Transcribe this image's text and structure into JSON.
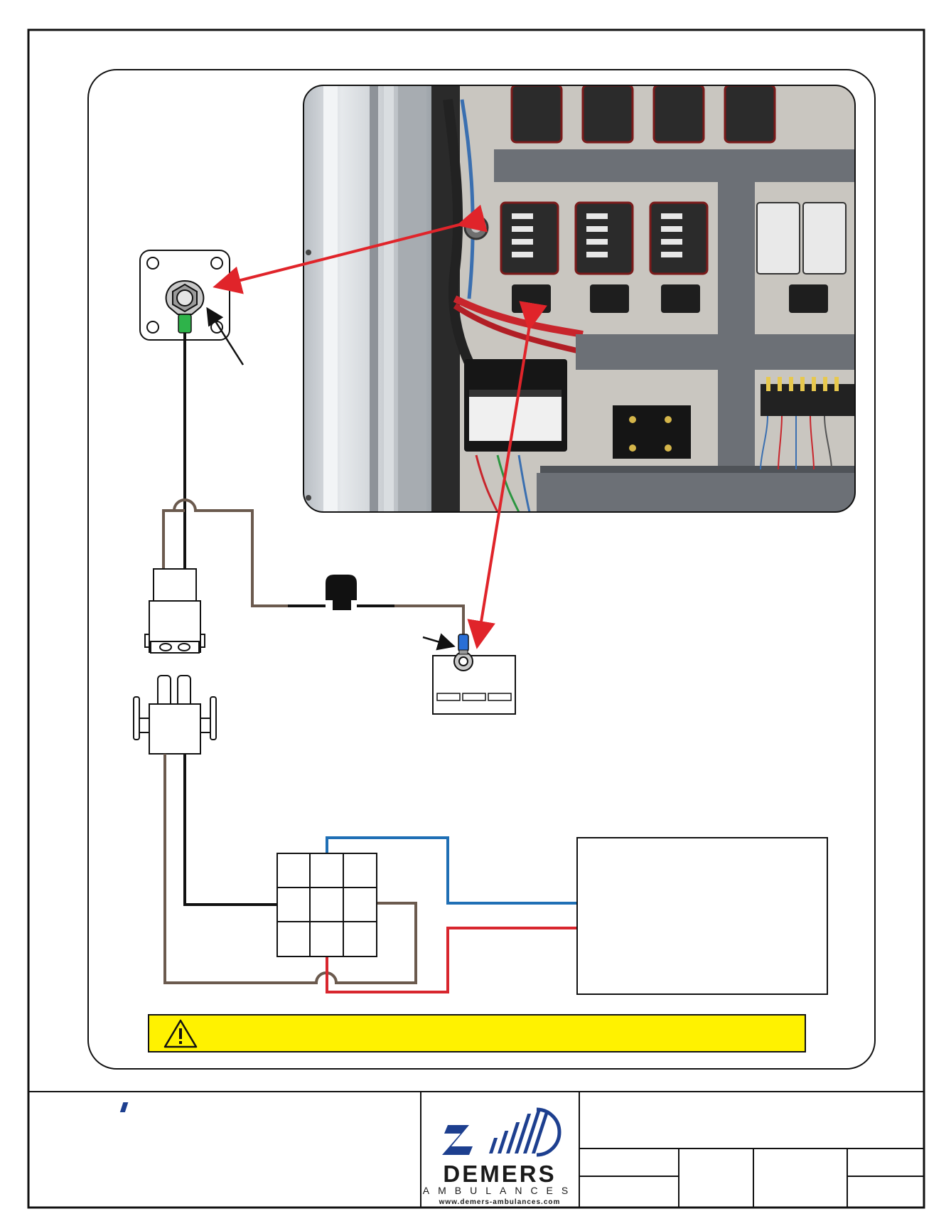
{
  "logo": {
    "name": "DEMERS",
    "subtitle": "AMBULANCES",
    "url": "www.demers-ambulances.com",
    "color_blue": "#1d3f8f",
    "color_dark": "#1a1a1a"
  },
  "icons": {
    "warning": "warning-triangle-icon"
  },
  "colors": {
    "wire_black": "#111111",
    "wire_brown": "#6b5a4e",
    "wire_blue": "#1f6fb5",
    "wire_red": "#d8262e",
    "pointer_red": "#e0242a",
    "warning_yellow": "#fff200",
    "terminal_green": "#2eb34a",
    "terminal_blue": "#2a6fd6"
  },
  "photo": {
    "subject": "electrical-cabinet-photo"
  }
}
